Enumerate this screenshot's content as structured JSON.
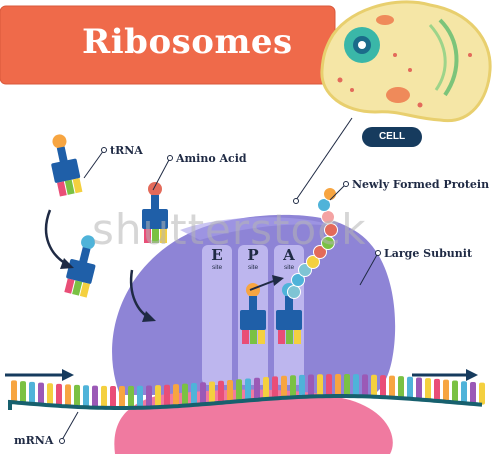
{
  "title": "Ribosomes",
  "watermark": "shutterstock",
  "cell_label": "CELL",
  "labels": {
    "trna": "tRNA",
    "amino_acid": "Amino Acid",
    "newly_formed_protein": "Newly Formed Protein",
    "large_subunit": "Large Subunit",
    "mrna": "mRNA"
  },
  "sites": [
    {
      "letter": "E",
      "sub": "site"
    },
    {
      "letter": "P",
      "sub": "site"
    },
    {
      "letter": "A",
      "sub": "site"
    }
  ],
  "colors": {
    "banner": "#ef6a4a",
    "large_subunit": "#8e84d6",
    "small_subunit": "#f07aa0",
    "trna_body": "#1f5fa8",
    "mrna_backbone": "#17606e",
    "arrow": "#163b5e"
  }
}
